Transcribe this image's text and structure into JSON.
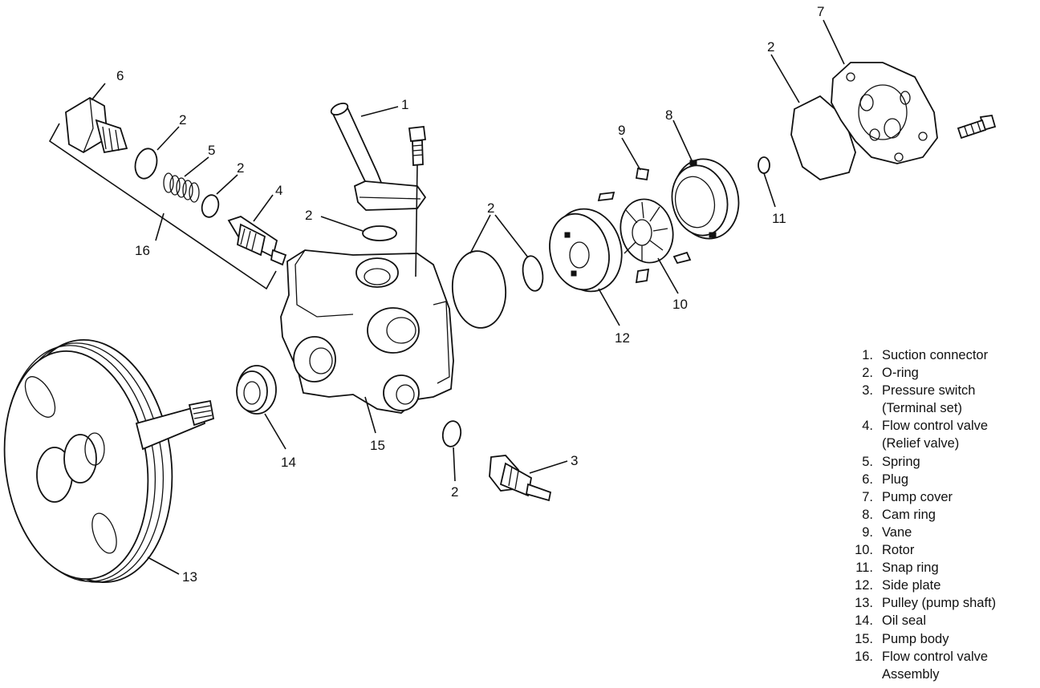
{
  "callouts": [
    {
      "id": "c1",
      "text": "1"
    },
    {
      "id": "c2a",
      "text": "2"
    },
    {
      "id": "c2b",
      "text": "2"
    },
    {
      "id": "c2c",
      "text": "2"
    },
    {
      "id": "c2d",
      "text": "2"
    },
    {
      "id": "c2e",
      "text": "2"
    },
    {
      "id": "c2f",
      "text": "2"
    },
    {
      "id": "c3",
      "text": "3"
    },
    {
      "id": "c4",
      "text": "4"
    },
    {
      "id": "c5",
      "text": "5"
    },
    {
      "id": "c6",
      "text": "6"
    },
    {
      "id": "c7",
      "text": "7"
    },
    {
      "id": "c8",
      "text": "8"
    },
    {
      "id": "c9",
      "text": "9"
    },
    {
      "id": "c10",
      "text": "10"
    },
    {
      "id": "c11",
      "text": "11"
    },
    {
      "id": "c12",
      "text": "12"
    },
    {
      "id": "c13",
      "text": "13"
    },
    {
      "id": "c14",
      "text": "14"
    },
    {
      "id": "c15",
      "text": "15"
    },
    {
      "id": "c16",
      "text": "16"
    }
  ],
  "legend": [
    {
      "num": "1.",
      "label": "Suction connector"
    },
    {
      "num": "2.",
      "label": "O-ring"
    },
    {
      "num": "3.",
      "label": "Pressure switch",
      "cont": "(Terminal set)"
    },
    {
      "num": "4.",
      "label": "Flow control valve",
      "cont": "(Relief valve)"
    },
    {
      "num": "5.",
      "label": "Spring"
    },
    {
      "num": "6.",
      "label": "Plug"
    },
    {
      "num": "7.",
      "label": "Pump cover"
    },
    {
      "num": "8.",
      "label": "Cam ring"
    },
    {
      "num": "9.",
      "label": "Vane"
    },
    {
      "num": "10.",
      "label": "Rotor"
    },
    {
      "num": "11.",
      "label": "Snap ring"
    },
    {
      "num": "12.",
      "label": "Side plate"
    },
    {
      "num": "13.",
      "label": "Pulley (pump shaft)"
    },
    {
      "num": "14.",
      "label": "Oil seal"
    },
    {
      "num": "15.",
      "label": "Pump body"
    },
    {
      "num": "16.",
      "label": "Flow control valve",
      "cont": "Assembly"
    }
  ]
}
